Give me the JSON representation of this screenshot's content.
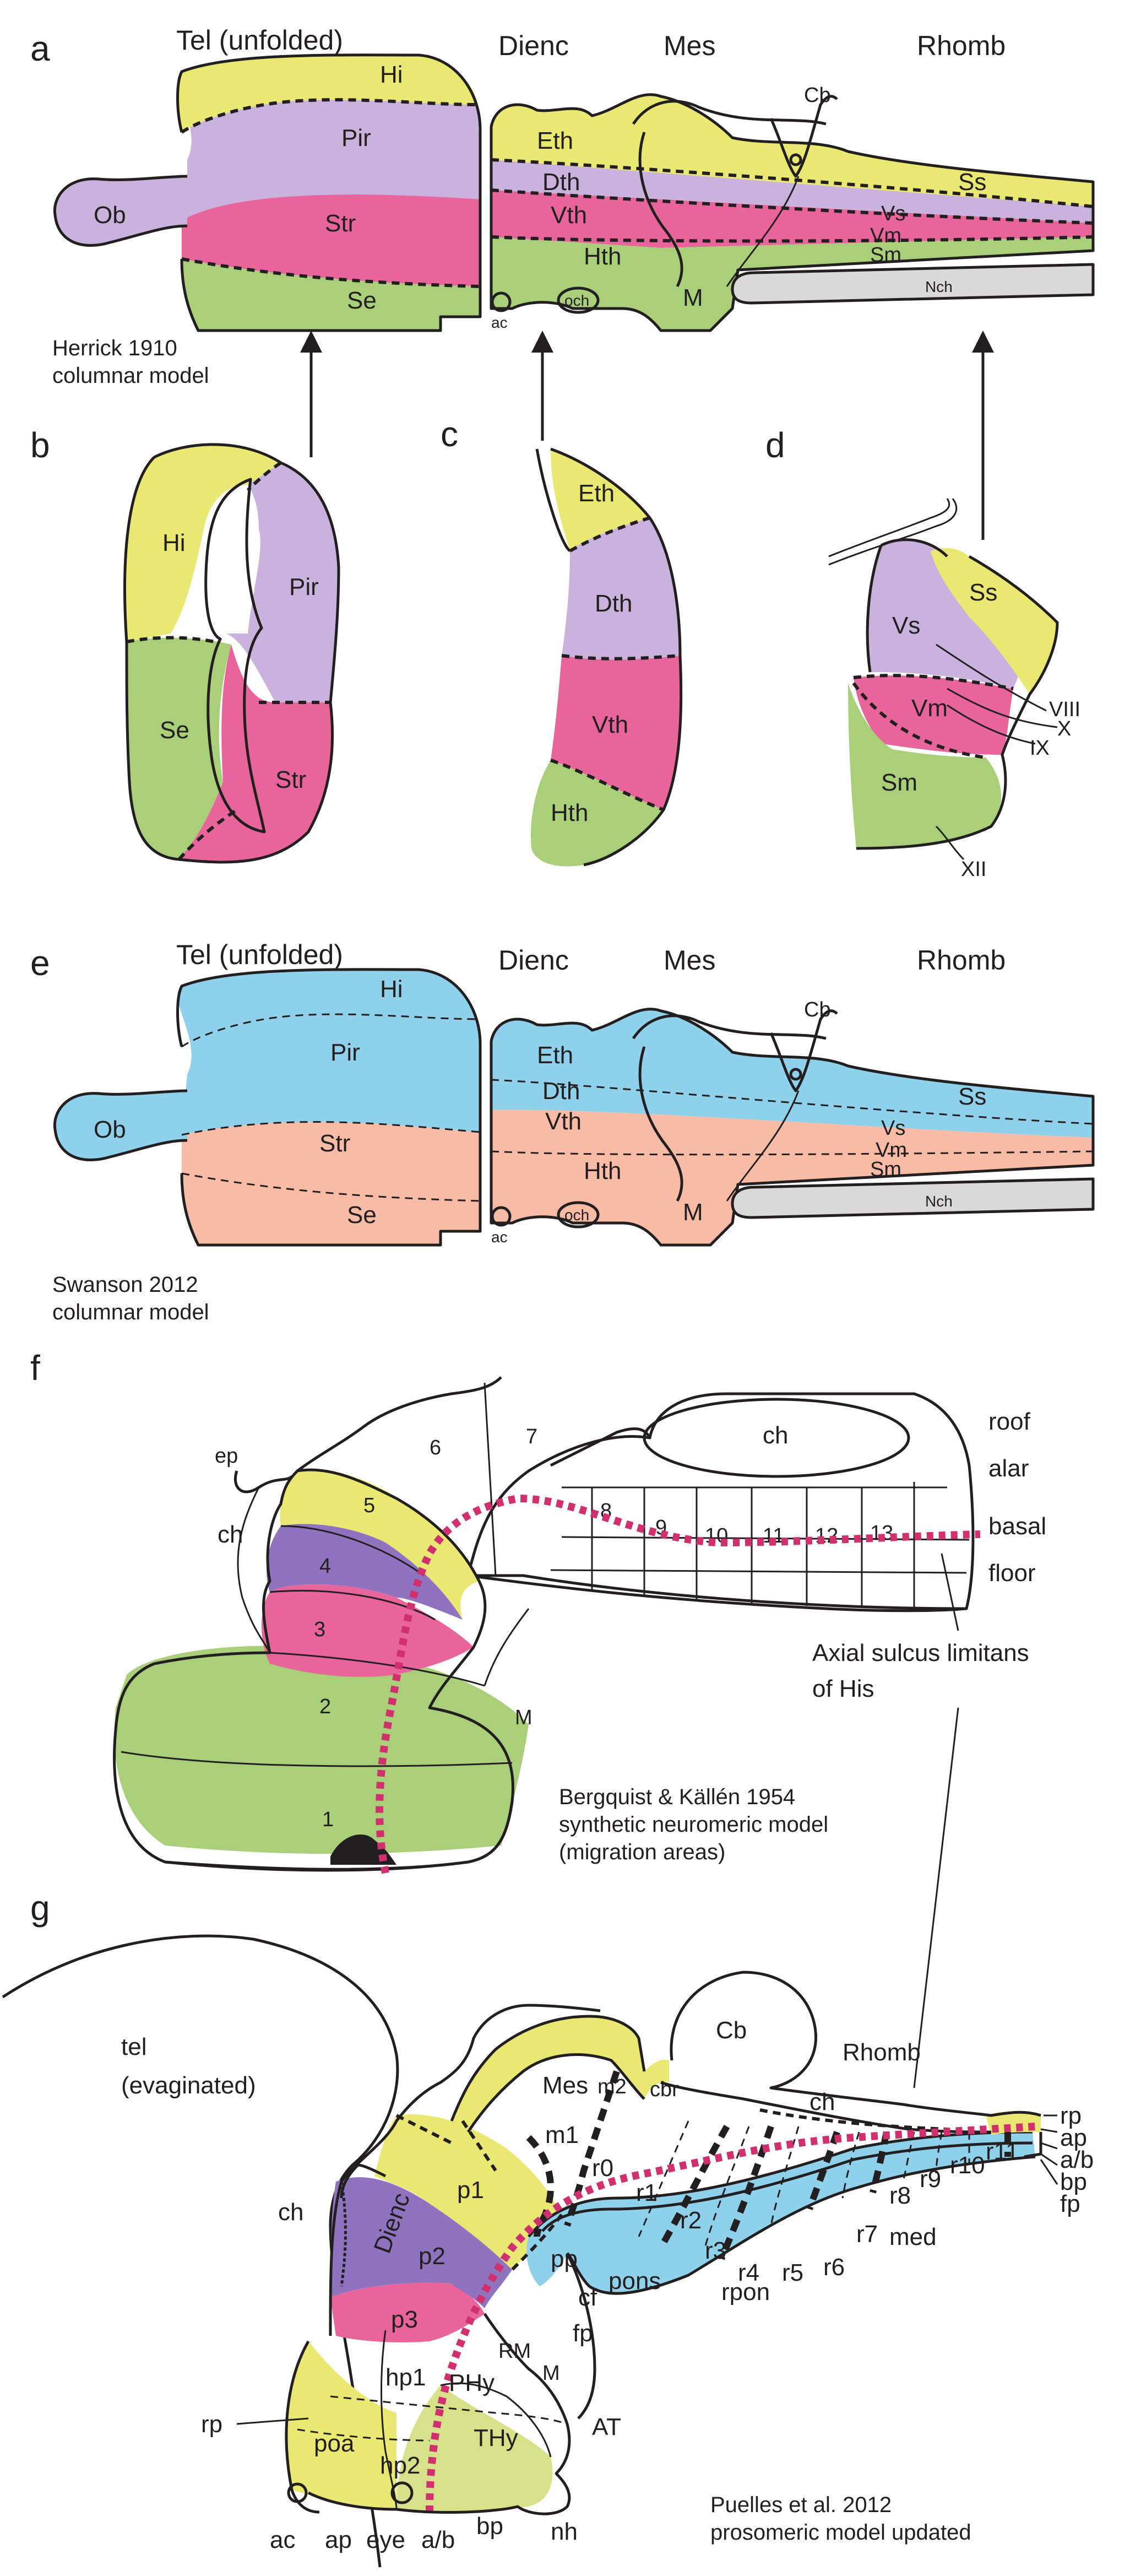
{
  "colors": {
    "yellow": "#e8e873",
    "lavender": "#c9b3dc",
    "pink": "#e7659b",
    "green": "#a9cf7a",
    "blue": "#8fd0ea",
    "salmon": "#f7bba6",
    "purple": "#8f73bf",
    "grey": "#d9d9d9"
  },
  "panels": {
    "a": {
      "letter": "a",
      "headers": [
        "Tel (unfolded)",
        "Dienc",
        "Mes",
        "Rhomb"
      ],
      "regions": [
        "Ob",
        "Hi",
        "Pir",
        "Str",
        "Se",
        "Eth",
        "Dth",
        "Vth",
        "Hth",
        "M",
        "Ss",
        "Vs",
        "Vm",
        "Sm"
      ],
      "small": [
        "Cb",
        "ac",
        "och",
        "Nch"
      ],
      "caption": [
        "Herrick 1910",
        "columnar model"
      ]
    },
    "b": {
      "letter": "b",
      "regions": [
        "Hi",
        "Pir",
        "Se",
        "Str"
      ]
    },
    "c": {
      "letter": "c",
      "regions": [
        "Eth",
        "Dth",
        "Vth",
        "Hth"
      ]
    },
    "d": {
      "letter": "d",
      "regions": [
        "Vs",
        "Ss",
        "Vm",
        "Sm"
      ],
      "nerves": [
        "VIII",
        "X",
        "IX",
        "XII"
      ]
    },
    "e": {
      "letter": "e",
      "headers": [
        "Tel (unfolded)",
        "Dienc",
        "Mes",
        "Rhomb"
      ],
      "regions": [
        "Ob",
        "Hi",
        "Pir",
        "Str",
        "Se",
        "Eth",
        "Dth",
        "Vth",
        "Hth",
        "M",
        "Ss",
        "Vs",
        "Vm",
        "Sm"
      ],
      "small": [
        "Cb",
        "ac",
        "och",
        "Nch"
      ],
      "caption": [
        "Swanson 2012",
        "columnar model"
      ]
    },
    "f": {
      "letter": "f",
      "numbers": [
        "1",
        "2",
        "3",
        "4",
        "5",
        "6",
        "7",
        "8",
        "9",
        "10",
        "11",
        "12",
        "13"
      ],
      "labels": [
        "ep",
        "ch",
        "M",
        "ch"
      ],
      "zones": [
        "roof",
        "alar",
        "basal",
        "floor"
      ],
      "sulcus": [
        "Axial sulcus limitans",
        "of His"
      ],
      "caption": [
        "Bergquist & Källén 1954",
        "synthetic neuromeric model",
        "(migration areas)"
      ]
    },
    "g": {
      "letter": "g",
      "tel": [
        "tel",
        "(evaginated)"
      ],
      "labels": [
        "Mes",
        "Cb",
        "Rhomb",
        "m2",
        "cbr",
        "ch",
        "m1",
        "p1",
        "p2",
        "p3",
        "Dienc",
        "ch",
        "r0",
        "r1",
        "r2",
        "r3",
        "r4",
        "r5",
        "r6",
        "r7",
        "r8",
        "r9",
        "r10",
        "r11",
        "pp",
        "cf",
        "fp",
        "pons",
        "rpon",
        "med",
        "RM",
        "M",
        "PHy",
        "hp1",
        "THy",
        "AT",
        "rp",
        "poa",
        "hp2",
        "ac",
        "ap",
        "eye",
        "a/b",
        "bp",
        "nh"
      ],
      "right": [
        "rp",
        "ap",
        "a/b",
        "bp",
        "fp"
      ],
      "caption": [
        "Puelles et al. 2012",
        "prosomeric model updated"
      ]
    }
  }
}
